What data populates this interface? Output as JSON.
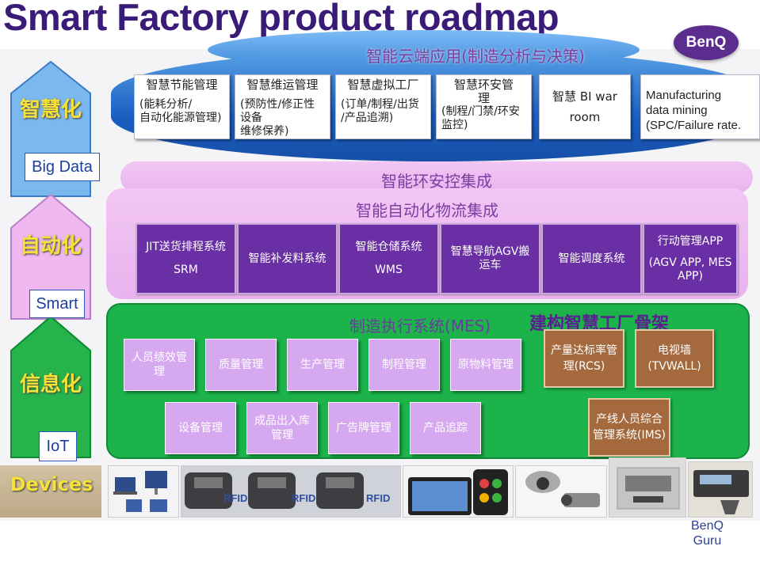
{
  "title": "Smart Factory product roadmap",
  "logo": "BenQ",
  "cloud": {
    "title": "智能云端应用(制造分析与决策)",
    "cards": [
      {
        "line1": "智慧节能管理",
        "line2": "(能耗分析/",
        "line3": "自动化能源管理)"
      },
      {
        "line1": "智慧维运管理",
        "line2": "(预防性/修正性设备",
        "line3": "维修保养)"
      },
      {
        "line1": "智慧虚拟工厂",
        "line2": "(订单/制程/出货",
        "line3": "/产品追溯)"
      },
      {
        "line1": "智慧环安管",
        "line2": "理",
        "line3": "(制程/门禁/环安",
        "line4": "监控)"
      },
      {
        "line1": "智慧 BI war",
        "line2": "room"
      },
      {
        "line1": "Manufacturing",
        "line2": "data mining",
        "line3": "(SPC/Failure rate."
      }
    ]
  },
  "env_band": {
    "title": "智能环安控集成"
  },
  "auto_band": {
    "title": "智能自动化物流集成",
    "cards": [
      {
        "line1": "JIT送货排程系统",
        "line2": "SRM"
      },
      {
        "line1": "智能补发料系统"
      },
      {
        "line1": "智能仓储系统",
        "line2": "WMS"
      },
      {
        "line1": "智慧导航AGV搬",
        "line2": "运车"
      },
      {
        "line1": "智能调度系统"
      },
      {
        "line1": "行动管理APP",
        "line2": "(AGV APP, MES",
        "line3": "APP)"
      }
    ]
  },
  "mes": {
    "title": "制造执行系统(MES)",
    "highlight": "建构智慧工厂骨架",
    "row1": [
      {
        "line1": "人员绩效管",
        "line2": "理"
      },
      {
        "line1": "质量管理"
      },
      {
        "line1": "生产管理"
      },
      {
        "line1": "制程管理"
      },
      {
        "line1": "原物料管理"
      }
    ],
    "row2": [
      {
        "line1": "设备管理"
      },
      {
        "line1": "成品出入库",
        "line2": "管理"
      },
      {
        "line1": "广告牌管理"
      },
      {
        "line1": "产品追踪"
      }
    ],
    "brown": [
      {
        "line1": "产量达标率管",
        "line2": "理(RCS)"
      },
      {
        "line1": "电视墙",
        "line2": "(TVWALL)"
      },
      {
        "line1": "产线人员综合",
        "line2": "管理系统(IMS)"
      }
    ]
  },
  "stages": {
    "s1": "智慧化",
    "s2": "自动化",
    "s3": "信息化",
    "tag1": "Big Data",
    "tag2": "Smart",
    "tag3": "IoT",
    "devices": "Devices"
  },
  "device_labels": {
    "rfid": "RFID"
  },
  "footer": {
    "line1": "BenQ",
    "line2": "Guru"
  },
  "colors": {
    "title": "#3a1c78",
    "cloud": "#1b5fc2",
    "pink_band": "#f2c6f4",
    "purple_card": "#6a2fa4",
    "green": "#1bb34a",
    "lilac_card": "#d6a8ef",
    "brown_card": "#a4693c",
    "stage_text": "#f6e03a"
  }
}
